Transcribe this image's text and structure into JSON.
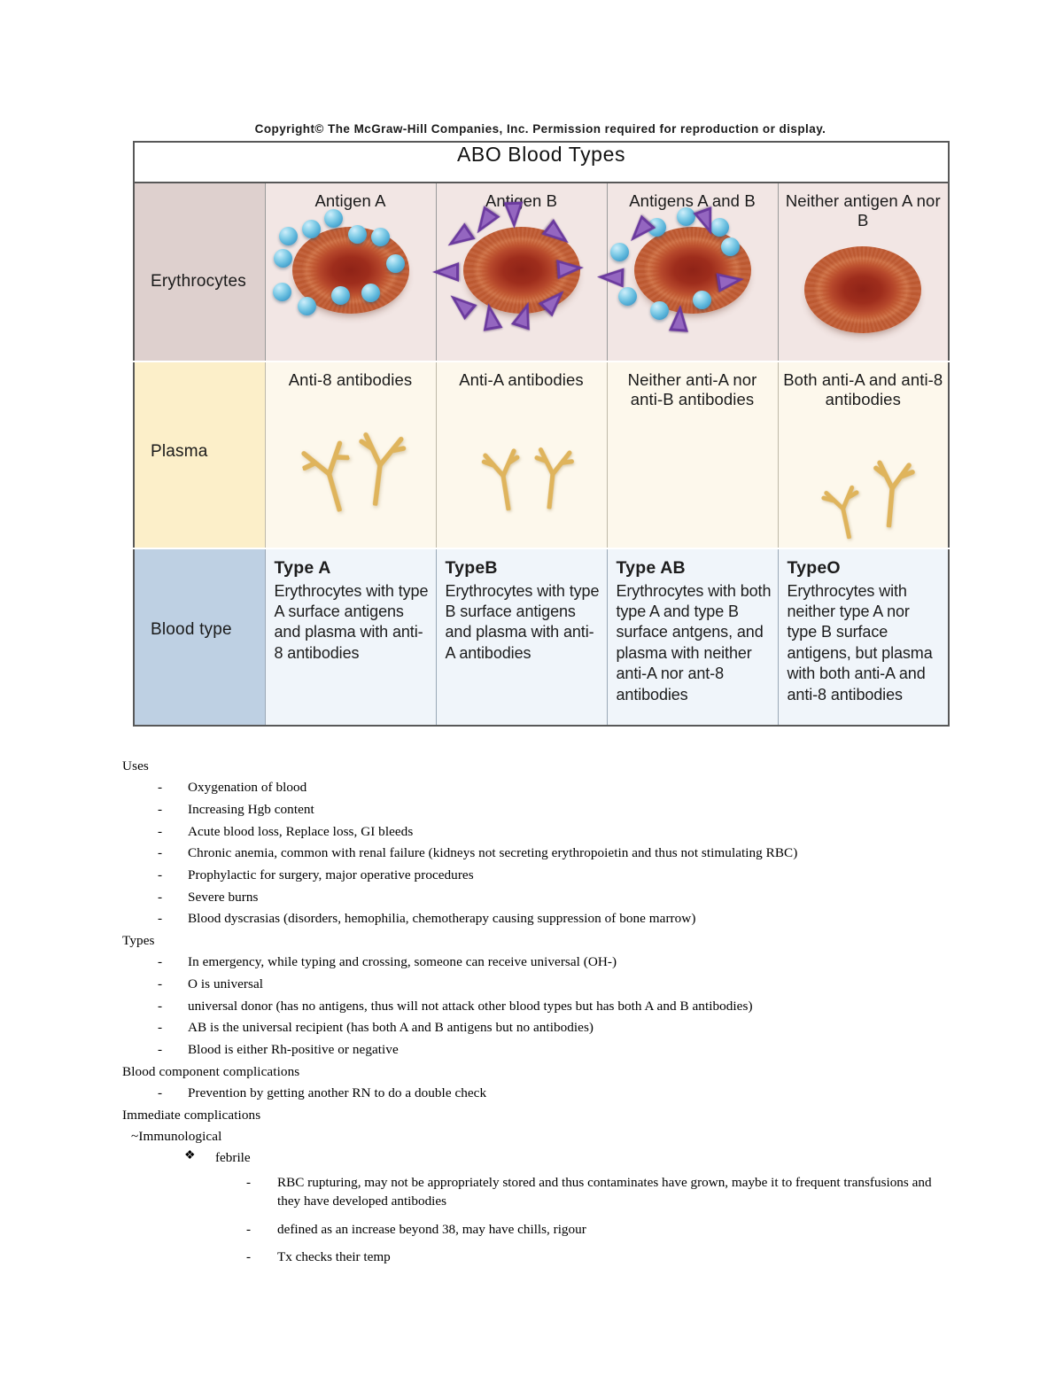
{
  "figure": {
    "copyright": "Copyright© The McGraw-Hill Companies, Inc. Permission required for reproduction or display.",
    "title": "ABO Blood Types",
    "row_labels": {
      "erythrocytes": "Erythrocytes",
      "plasma": "Plasma",
      "blood_type": "Blood type"
    },
    "columns": [
      {
        "antigen_header": "Antigen A",
        "plasma_header": "Anti-8 antibodies",
        "type_title": "Type A",
        "type_desc": "Erythrocytes with type A surface antigens and plasma with anti-8 antibodies",
        "antigen_kind": "blue-spheres",
        "antibody_count": 2
      },
      {
        "antigen_header": "Antigen B",
        "plasma_header": "Anti-A antibodies",
        "type_title": "TypeB",
        "type_desc": "Erythrocytes with type B surface antigens and plasma with anti-A antibodies",
        "antigen_kind": "purple-cones",
        "antibody_count": 2
      },
      {
        "antigen_header": "Antigens A and B",
        "plasma_header": "Neither anti-A nor anti-B antibodies",
        "type_title": "Type AB",
        "type_desc": "Erythrocytes with both type A and type B surface antgens, and plasma with neither anti-A nor ant-8 antibodies",
        "antigen_kind": "both",
        "antibody_count": 0
      },
      {
        "antigen_header": "Neither antigen A nor B",
        "plasma_header": "Both anti-A and anti-8 antibodies",
        "type_title": "TypeO",
        "type_desc": "Erythrocytes with neither type A nor type B surface antigens, but plasma with both anti-A and anti-8 antibodies",
        "antigen_kind": "none",
        "antibody_count": 2
      }
    ],
    "colors": {
      "erythrocyte_label_bg": "#ded0ce",
      "erythrocyte_cell_bg": "#f2e6e4",
      "plasma_label_bg": "#fcefc9",
      "plasma_cell_bg": "#fdf8ec",
      "bloodtype_label_bg": "#bed0e3",
      "bloodtype_cell_bg": "#f0f5fa",
      "rbc_red": "#a6331f",
      "antigen_a_blue": "#6cc0e0",
      "antigen_b_purple": "#6b3a9e",
      "antibody_gold": "#dfb45c",
      "table_border": "#585858"
    }
  },
  "notes": {
    "uses": {
      "heading": "Uses",
      "items": [
        "Oxygenation of blood",
        "Increasing Hgb content",
        "Acute blood loss, Replace loss, GI bleeds",
        "Chronic anemia, common with renal failure (kidneys not secreting erythropoietin and thus not stimulating RBC)",
        "Prophylactic for surgery, major operative procedures",
        "Severe burns",
        "Blood dyscrasias (disorders, hemophilia, chemotherapy causing suppression of bone marrow)"
      ]
    },
    "types": {
      "heading": "Types",
      "items": [
        "In emergency, while typing and crossing, someone can receive universal (OH-)",
        "O is universal",
        "universal donor (has no antigens, thus will not attack other blood types but has both A and B antibodies)",
        "AB is the universal recipient (has both A and B antigens but no antibodies)",
        "Blood is either Rh-positive or negative"
      ]
    },
    "blood_component_complications": {
      "heading": "Blood component complications",
      "items": [
        "Prevention by getting another RN to do a double check"
      ]
    },
    "immediate_complications": {
      "heading": "Immediate complications",
      "subheading": "~Immunological",
      "bullet_glyph": "❖",
      "febrile": {
        "label": "febrile",
        "items": [
          "RBC rupturing, may not be appropriately stored and thus contaminates have grown, maybe it to frequent transfusions and they have developed antibodies",
          "defined as an increase beyond 38, may have chills, rigour",
          "Tx checks their temp"
        ]
      }
    },
    "dash_glyph": "-"
  }
}
